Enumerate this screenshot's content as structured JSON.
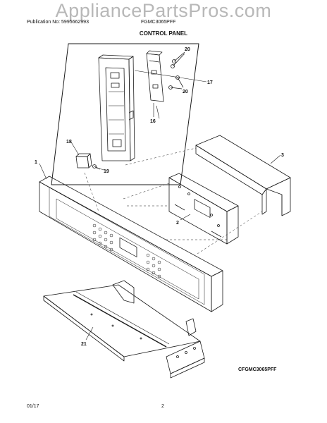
{
  "watermark": "AppliancePartsPros.com",
  "header": {
    "publication": "Publication No: 5995662993",
    "model": "FGMC3065PFF",
    "section_title": "CONTROL PANEL"
  },
  "callouts": {
    "c1": "1",
    "c2": "2",
    "c3": "3",
    "c16": "16",
    "c17": "17",
    "c18": "18",
    "c19": "19",
    "c20a": "20",
    "c20b": "20",
    "c21": "21"
  },
  "footer": {
    "diagram_code": "CFGMC3065PFF",
    "date": "01/17",
    "page_number": "2"
  }
}
